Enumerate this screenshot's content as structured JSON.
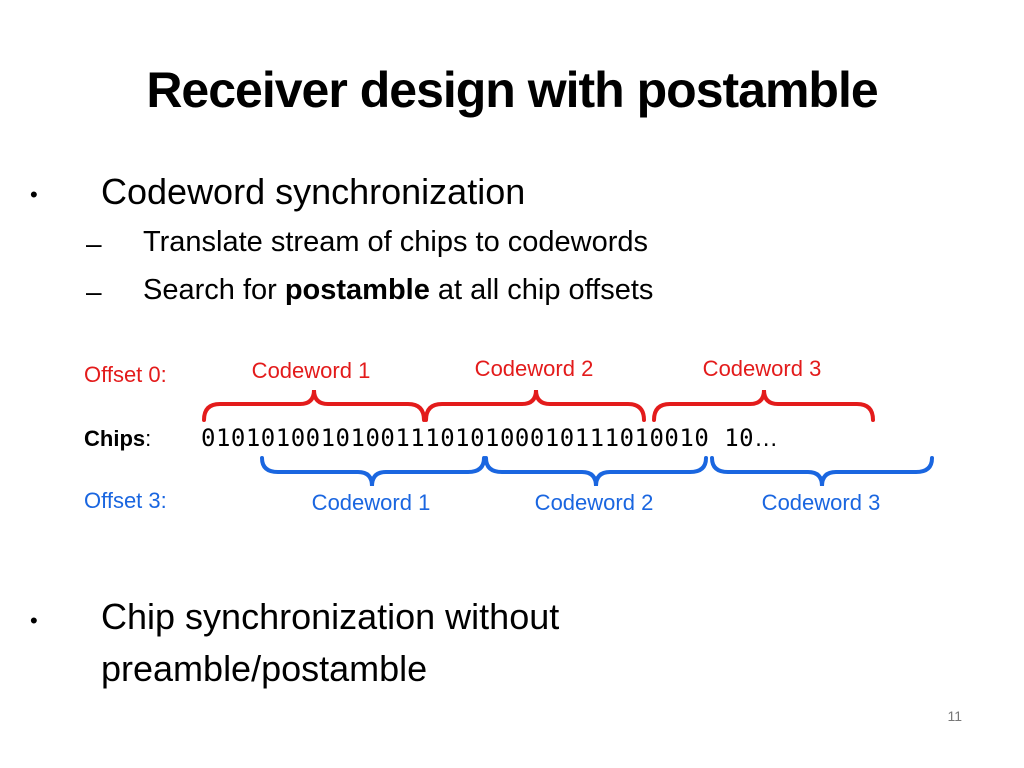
{
  "title": "Receiver design with postamble",
  "bullets": [
    {
      "text": "Codeword synchronization",
      "sub": [
        {
          "text": "Translate stream of chips to codewords"
        },
        {
          "pre": "Search for ",
          "bold": "postamble",
          "post": " at all chip offsets"
        }
      ]
    },
    {
      "line1": "Chip synchronization without",
      "line2": "preamble/postamble"
    }
  ],
  "bullet_symbol": "•",
  "dash_symbol": "–",
  "diagram": {
    "offset0": {
      "label": "Offset 0:",
      "color": "#e31b1b",
      "codewords": [
        "Codeword 1",
        "Codeword 2",
        "Codeword 3"
      ]
    },
    "offset3": {
      "label": "Offset 3:",
      "color": "#1a66e0",
      "codewords": [
        "Codeword 1",
        "Codeword 2",
        "Codeword 3"
      ]
    },
    "chips_label": "Chips",
    "chips_colon": ":",
    "chips": "0101010010100111010100010111010010 10",
    "chips_ellipsis": "…"
  },
  "page_number": "11"
}
